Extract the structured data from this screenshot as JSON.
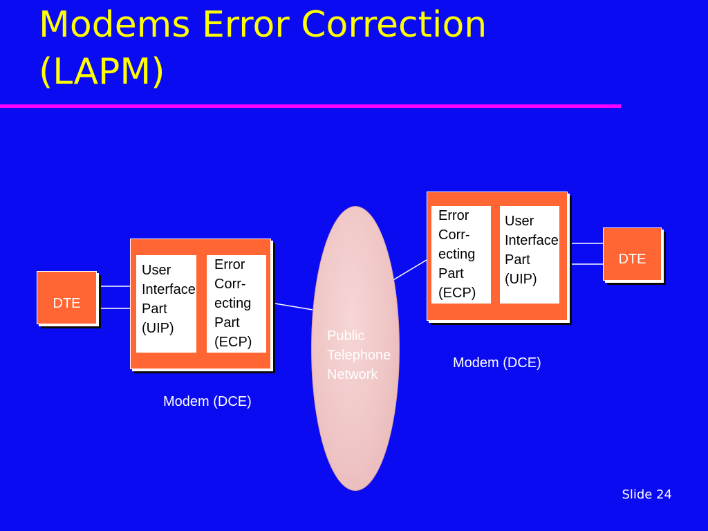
{
  "title": [
    "Modems Error Correction",
    "(LAPM)"
  ],
  "left": {
    "dte_label": "DTE",
    "uip_lines": [
      "User",
      "Interface",
      "Part",
      "(UIP)"
    ],
    "ecp_lines": [
      "Error",
      "Corr-",
      "ecting",
      "Part",
      "(ECP)"
    ],
    "modem_caption": "Modem (DCE)"
  },
  "network": {
    "lines": [
      "Public",
      "Telephone",
      "Network"
    ]
  },
  "right": {
    "dte_label": "DTE",
    "ecp_lines": [
      "Error",
      "Corr-",
      "ecting",
      "Part",
      "(ECP)"
    ],
    "uip_lines": [
      "User",
      "Interface",
      "Part",
      "(UIP)"
    ],
    "modem_caption": "Modem (DCE)"
  },
  "slide_number": "Slide 24",
  "colors": {
    "background": "#0b0bf2",
    "title": "#ffff00",
    "rule": "#ff00ff",
    "box": "#ff6633",
    "network": "#f0c8c8"
  }
}
